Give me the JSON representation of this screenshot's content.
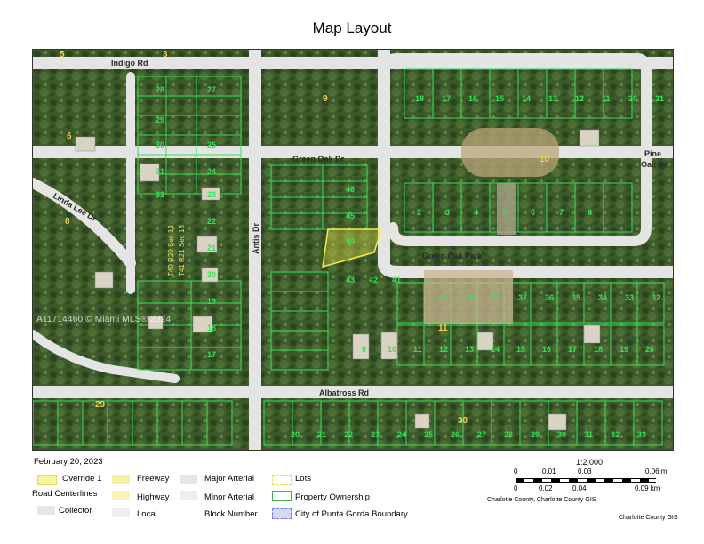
{
  "title": "Map Layout",
  "watermark": "A11714460 © Miami MLS® 2024",
  "roads": {
    "indigo": "Indigo Rd",
    "green_oak_dr": "Green Oak Dr",
    "pine_oak": "Pine",
    "pine_oak_2": "Oak Dr",
    "linda_lee": "Linda Lee Dr",
    "antis": "Antis Dr",
    "green_oak_park": "Green Oak Park",
    "albatross": "Albatross Rd",
    "section_label_1": "T40 R20 Sec 13",
    "section_label_2": "T41 R21 Sec 18"
  },
  "block_numbers": [
    "5",
    "3",
    "6",
    "9",
    "10",
    "11",
    "29",
    "30",
    "8"
  ],
  "lot_numbers": {
    "row_a": [
      "28",
      "27",
      "29",
      "30",
      "25",
      "31",
      "24",
      "32",
      "23",
      "22",
      "21",
      "20",
      "19",
      "18",
      "17"
    ],
    "row_b": [
      "18",
      "17",
      "16",
      "15",
      "14",
      "13",
      "12",
      "11",
      "20",
      "21"
    ],
    "row_c": [
      "2",
      "3",
      "4",
      "5",
      "6",
      "7",
      "8",
      "46",
      "45",
      "44",
      "43",
      "42",
      "41"
    ],
    "row_d": [
      "40",
      "39",
      "38",
      "37",
      "36",
      "35",
      "34",
      "33",
      "32"
    ],
    "row_e": [
      "20",
      "21",
      "22",
      "23",
      "24",
      "25",
      "26",
      "27",
      "28",
      "29",
      "30",
      "31",
      "32",
      "33"
    ],
    "row_f": [
      "9",
      "10",
      "11",
      "12",
      "13",
      "14",
      "15",
      "16",
      "17",
      "18",
      "19",
      "20"
    ]
  },
  "legend": {
    "date": "February 20, 2023",
    "road_centerlines": "Road Centerlines",
    "override": "Override 1",
    "collector": "Collector",
    "freeway": "Freeway",
    "highway": "Highway",
    "local": "Local",
    "major_arterial": "Major Arterial",
    "minor_arterial": "Minor Arterial",
    "block_number": "Block Number",
    "lots": "Lots",
    "property_ownership": "Property Ownership",
    "city_boundary": "City of Punta Gorda Boundary"
  },
  "scale": {
    "ratio": "1:2,000",
    "mi_ticks": [
      "0",
      "0.01",
      "0.03",
      "0.06 mi"
    ],
    "km_ticks": [
      "0",
      "0.02",
      "0.04",
      "0.09 km"
    ],
    "credit_1": "Charlotte County, Charlotte County GIS",
    "credit_2": "Charlotte County GIS"
  },
  "colors": {
    "lot_line": "#39e05a",
    "dim_text": "#e8e06a",
    "highlight": "#f4ee4a",
    "road": "#e6e6e6",
    "vegetation": "#3f5a2c"
  }
}
